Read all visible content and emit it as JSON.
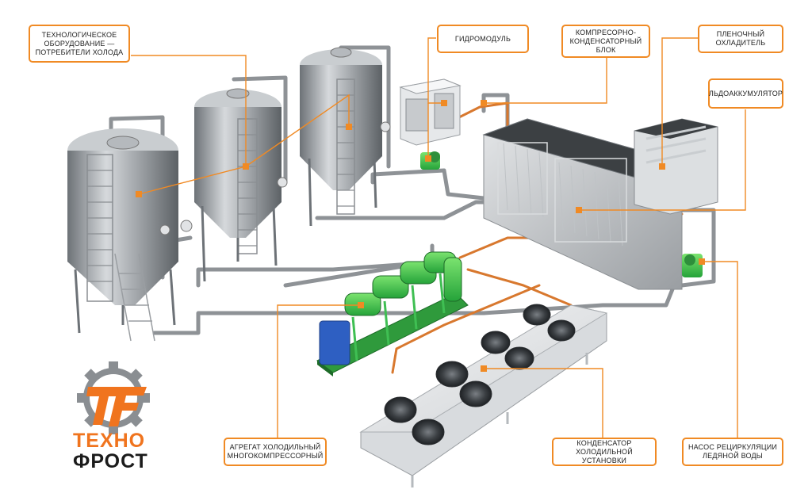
{
  "labels": {
    "consumers": "ТЕХНОЛОГИЧЕСКОЕ\nОБОРУДОВАНИЕ —\nПОТРЕБИТЕЛИ ХОЛОДА",
    "hydromodule": "ГИДРОМОДУЛЬ",
    "compressor_condenser": "КОМПРЕСОРНО-\nКОНДЕНСАТОРНЫЙ\nБЛОК",
    "film_cooler": "ПЛЕНОЧНЫЙ\nОХЛАДИТЕЛЬ",
    "ice_accumulator": "ЛЬДОАККУМУЛЯТОР",
    "refrigeration_unit": "АГРЕГАТ ХОЛОДИЛЬНЫЙ\nМНОГОКОМПРЕССОРНЫЙ",
    "condenser": "КОНДЕНСАТОР\nХОЛОДИЛЬНОЙ УСТАНОВКИ",
    "pump": "НАСОС РЕЦИРКУЛЯЦИИ\nЛЕДЯНОЙ ВОДЫ"
  },
  "logo": {
    "line1": "ТЕХНО",
    "line2": "ФРОСТ"
  },
  "colors": {
    "accent": "#f08a24",
    "logo_orange": "#f0741e",
    "logo_dark": "#1b1b1b",
    "pipe": "#8e9296",
    "refrigerant_pipe": "#d8782e",
    "steel": "#9ea3a8",
    "compressor_green": "#3cc24a"
  }
}
